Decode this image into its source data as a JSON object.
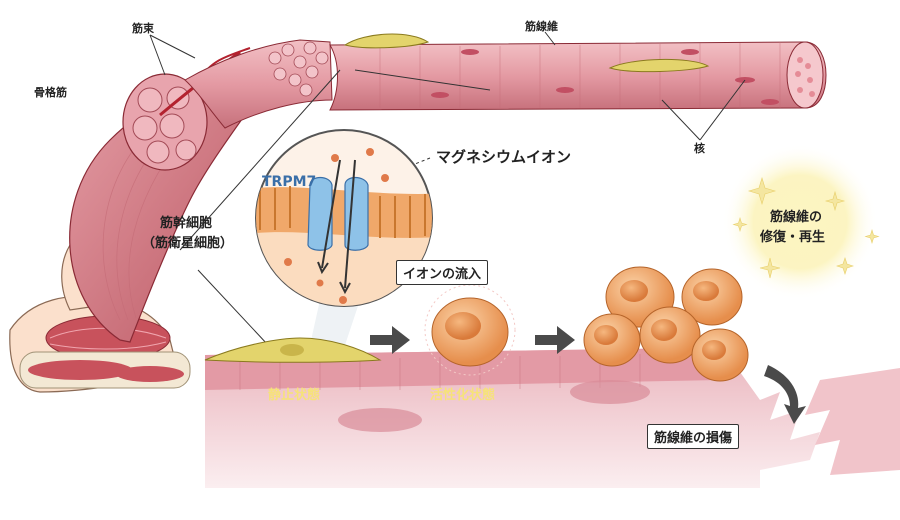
{
  "labels": {
    "skeletal_muscle": "骨格筋",
    "fascicle": "筋束",
    "muscle_fiber": "筋線維",
    "nucleus": "核",
    "magnesium_ion": "マグネシウムイオン",
    "trpm7": "TRPM7",
    "satellite_cell_line1": "筋幹細胞",
    "satellite_cell_line2": "（筋衛星細胞）",
    "ion_influx": "イオンの流入",
    "quiescent": "静止状態",
    "activated": "活性化状態",
    "fiber_damage": "筋線維の損傷",
    "repair_line1": "筋線維の",
    "repair_line2": "修復・再生"
  },
  "colors": {
    "muscle": "#d9828c",
    "muscle_dark": "#b04a5a",
    "fiber": "#e8a2aa",
    "membrane": "#f0b07a",
    "channel": "#7fb6e0",
    "cell": "#f2a86a",
    "satellite": "#d9c85a",
    "state_text": "#f6e27a",
    "glow": "#fbf0a8",
    "trpm7_text": "#3a6fa8"
  }
}
